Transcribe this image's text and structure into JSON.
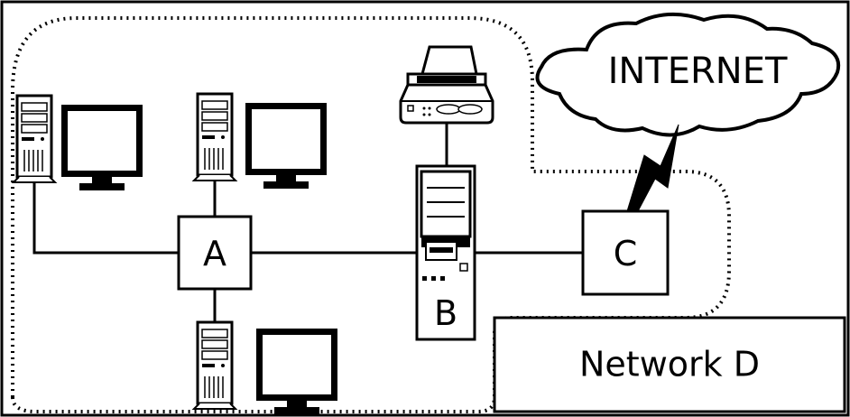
{
  "nodes": {
    "hub_a": {
      "label": "A"
    },
    "node_b": {
      "label": "B"
    },
    "node_c": {
      "label": "C"
    }
  },
  "cloud": {
    "label": "INTERNET"
  },
  "network_box": {
    "label": "Network D"
  },
  "icons": [
    "pc-tower-icon",
    "monitor-icon",
    "printer-icon",
    "server-icon",
    "cloud-icon",
    "lightning-icon"
  ],
  "colors": {
    "stroke": "#000000",
    "fill": "#ffffff"
  }
}
